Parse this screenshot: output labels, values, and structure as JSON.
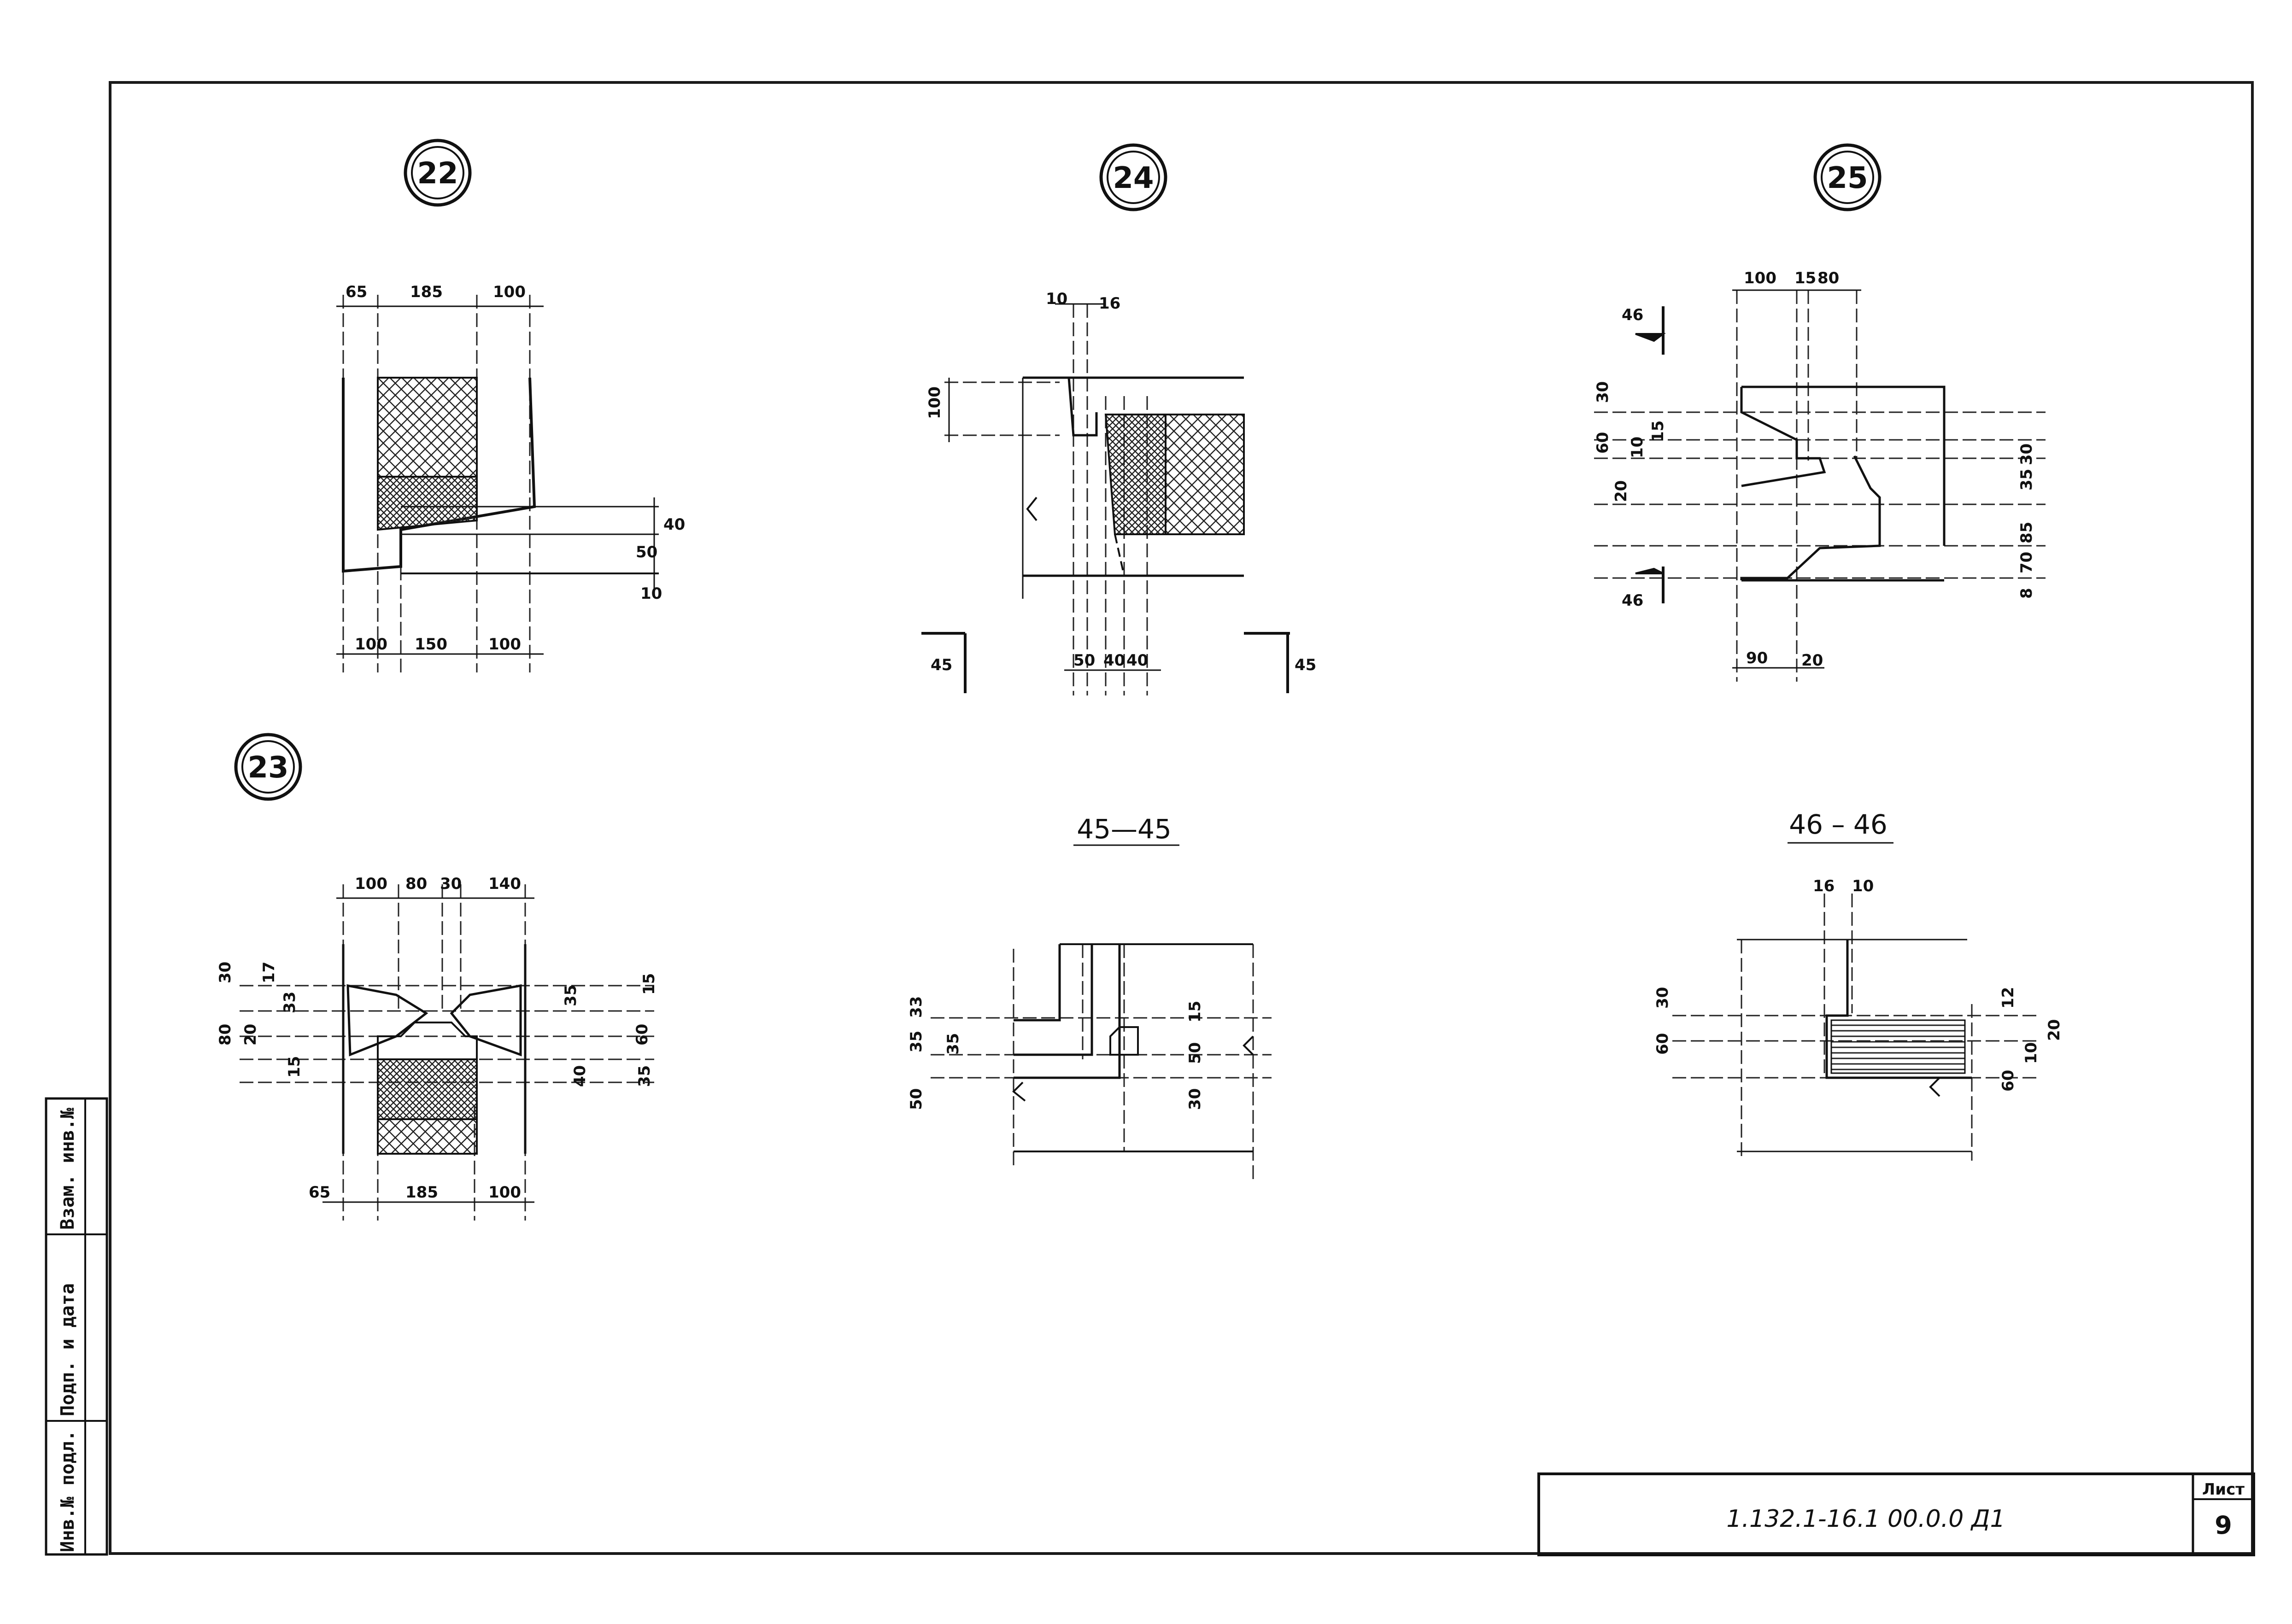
{
  "details": [
    {
      "id": "22",
      "label": "22",
      "dims_top": [
        "65",
        "185",
        "100"
      ],
      "dims_bottom": [
        "100",
        "150",
        "100"
      ],
      "dims_right": [
        "40",
        "50",
        "10"
      ]
    },
    {
      "id": "24",
      "label": "24",
      "dims_top": [
        "10",
        "16"
      ],
      "dims_left": [
        "100"
      ],
      "dims_bottom": [
        "50",
        "40",
        "40"
      ],
      "section_marks": [
        "45",
        "45"
      ]
    },
    {
      "id": "25",
      "label": "25",
      "dims_top": [
        "100",
        "15",
        "80"
      ],
      "dims_bottom": [
        "90",
        "20"
      ],
      "dims_left": [
        "30",
        "60",
        "10",
        "15",
        "20"
      ],
      "dims_right": [
        "30",
        "35",
        "70",
        "85",
        "8"
      ],
      "section_marks": [
        "46",
        "46"
      ]
    },
    {
      "id": "23",
      "label": "23",
      "dims_top": [
        "100",
        "80",
        "30",
        "140"
      ],
      "dims_bottom": [
        "65",
        "185",
        "100"
      ],
      "dims_left": [
        "30",
        "17",
        "80",
        "20",
        "15",
        "33"
      ],
      "dims_right": [
        "35",
        "15",
        "60",
        "40",
        "35"
      ]
    }
  ],
  "sections": [
    {
      "id": "45-45",
      "title": "45—45",
      "dims_left": [
        "33",
        "35",
        "35",
        "50"
      ],
      "dims_right": [
        "15",
        "50",
        "30"
      ]
    },
    {
      "id": "46-46",
      "title": "46 – 46",
      "dims_top": [
        "16",
        "10"
      ],
      "dims_left": [
        "60",
        "30"
      ],
      "dims_right": [
        "12",
        "20",
        "60",
        "10"
      ]
    }
  ],
  "side_stamp": {
    "cells": [
      "Инв.№ подл.",
      "Подп. и дата",
      "Взам. инв.№"
    ]
  },
  "title_block": {
    "doc_code": "1.132.1-16.1 00.0.0 Д1",
    "sheet_label": "Лист",
    "sheet_number": "9"
  }
}
